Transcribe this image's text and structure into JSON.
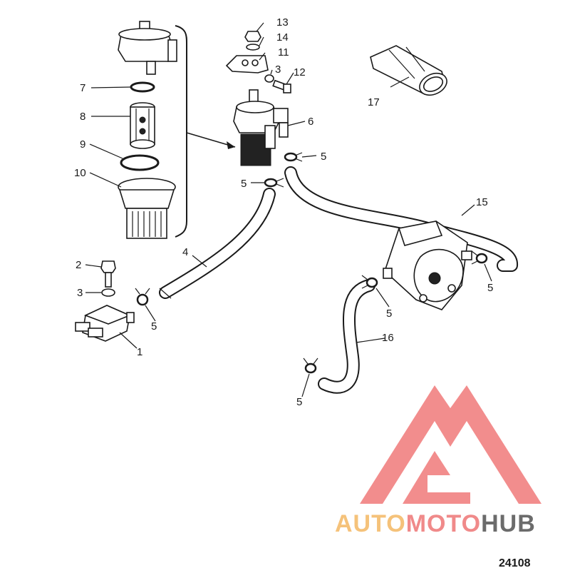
{
  "diagram": {
    "callouts": {
      "c1": "1",
      "c2": "2",
      "c3a": "3",
      "c3b": "3",
      "c4": "4",
      "c5a": "5",
      "c5b": "5",
      "c5c": "5",
      "c5d": "5",
      "c5e": "5",
      "c5f": "5",
      "c6": "6",
      "c7": "7",
      "c8": "8",
      "c9": "9",
      "c10": "10",
      "c11": "11",
      "c12": "12",
      "c13": "13",
      "c14": "14",
      "c15": "15",
      "c16": "16",
      "c17": "17"
    },
    "figure_number": "24108"
  },
  "watermark": {
    "part1": "AUTO",
    "part2": "MOTO",
    "part3": "HUB",
    "colors": {
      "auto": "#f5c27a",
      "moto": "#f08a8a",
      "hub": "#6b6b6b",
      "logo": "#f07a7a"
    }
  }
}
